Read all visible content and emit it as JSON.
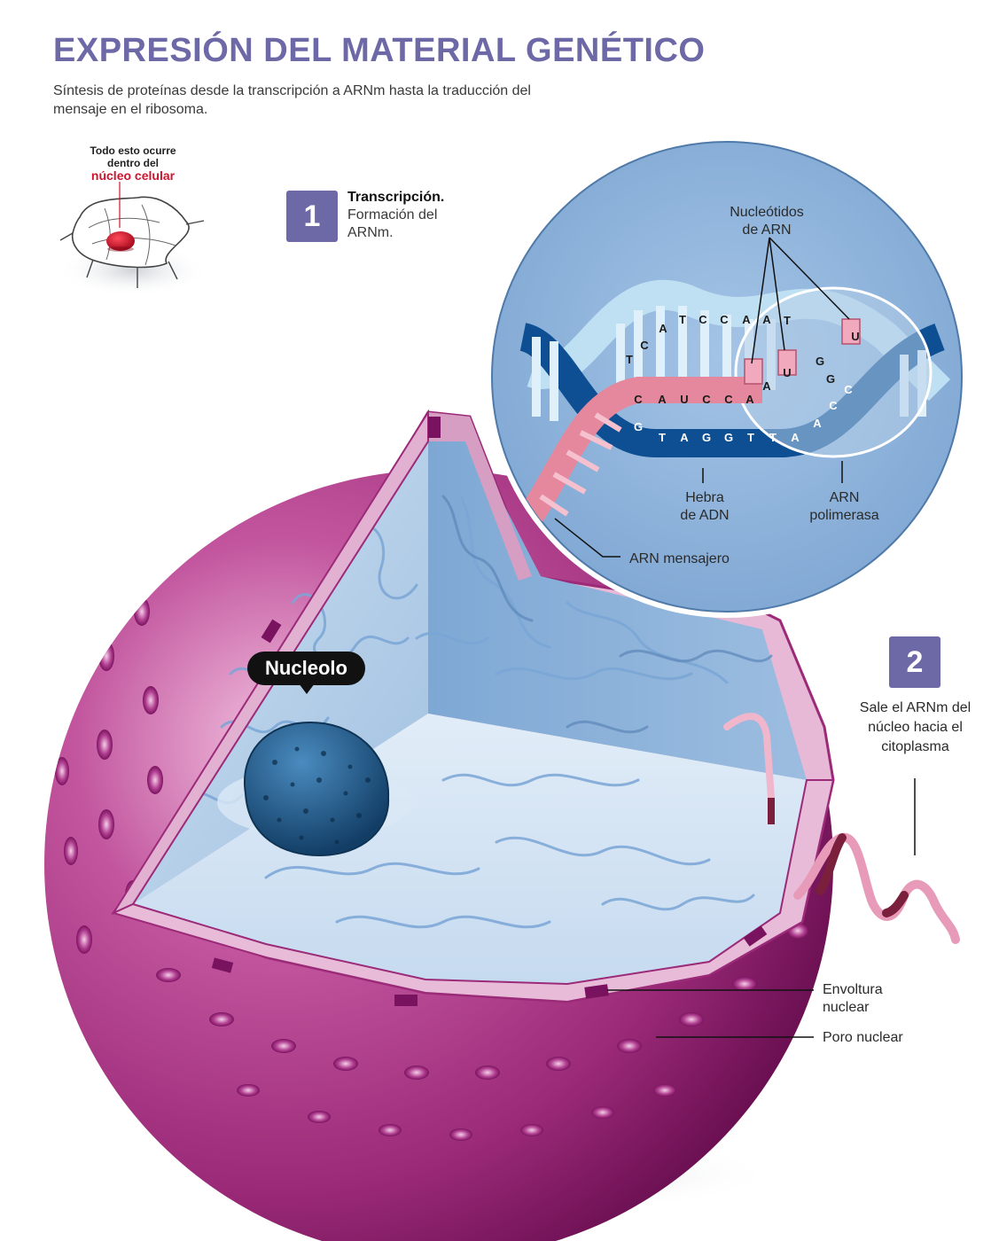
{
  "title": "EXPRESIÓN DEL MATERIAL GENÉTICO",
  "subtitle": "Síntesis de proteínas desde la transcripción a ARNm hasta la traducción del mensaje en el ribosoma.",
  "inset": {
    "line1": "Todo esto ocurre",
    "line2": "dentro del",
    "highlight": "núcleo celular"
  },
  "step1": {
    "number": "1",
    "heading": "Transcripción.",
    "text": "Formación del ARNm."
  },
  "step2": {
    "number": "2",
    "text": "Sale el ARNm del núcleo hacia el citoplasma"
  },
  "zoom": {
    "label_nucleotidos": [
      "Nucleótidos",
      "de ARN"
    ],
    "label_hebra": [
      "Hebra",
      "de ADN"
    ],
    "label_polimerasa": [
      "ARN",
      "polimerasa"
    ],
    "label_mensajero": "ARN mensajero",
    "strand_top": [
      "T",
      "C",
      "A",
      "T",
      "C",
      "C",
      "A",
      "A",
      "T"
    ],
    "strand_rna": [
      "C",
      "A",
      "U",
      "C",
      "C",
      "A",
      "A"
    ],
    "strand_bottom": [
      "G",
      "T",
      "A",
      "G",
      "G",
      "T",
      "T",
      "A",
      "A",
      "C",
      "C"
    ],
    "free_nucleotides": [
      "U",
      "U",
      "G",
      "G"
    ]
  },
  "labels": {
    "nucleolo": "Nucleolo",
    "envoltura": [
      "Envoltura",
      "nuclear"
    ],
    "poro": "Poro nuclear"
  },
  "colors": {
    "title": "#6d68a6",
    "membrane": "#b03f8e",
    "interior": "#c9def3",
    "zoom_bg": "#8fb3da",
    "rna": "#e58a9f",
    "dna_dark": "#0d4f92",
    "nucleolus": "#1f5c8c"
  }
}
